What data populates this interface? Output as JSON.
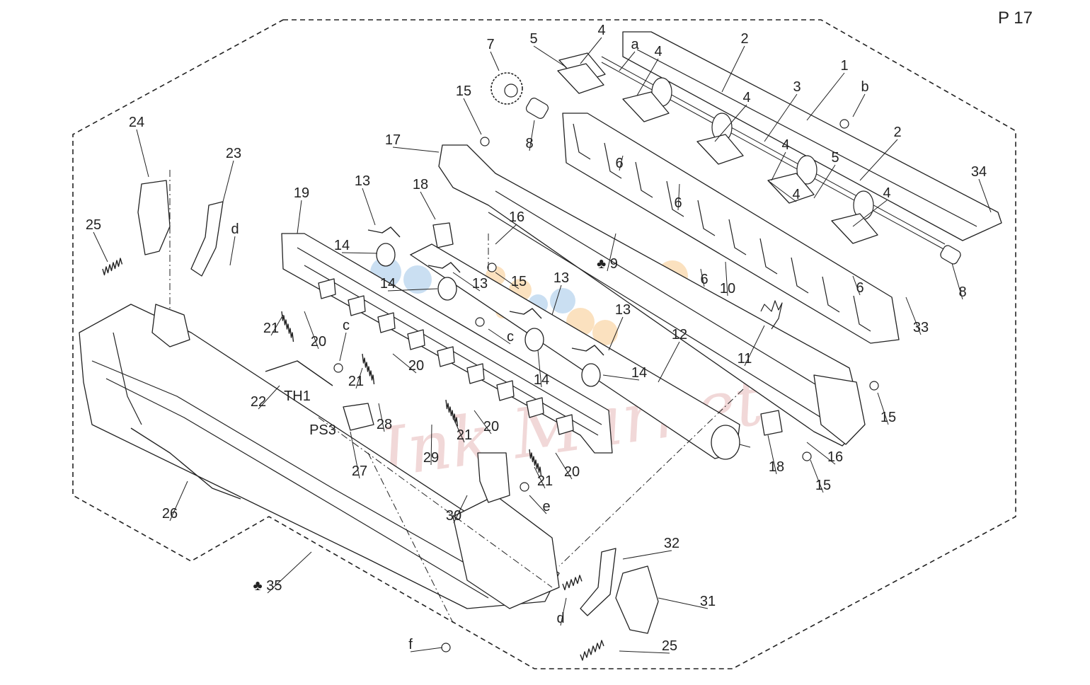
{
  "page": {
    "page_number": "P 17"
  },
  "watermark": {
    "text": "Ink Market"
  },
  "colors": {
    "line": "#222222",
    "part_fill": "#ffffff",
    "watermark": "#e7b9b9",
    "dots_blue": "#9ec5e8",
    "dots_orange": "#f7c98a"
  },
  "group_symbol": "♣",
  "callouts": [
    "1",
    "2",
    "2",
    "3",
    "4",
    "4",
    "4",
    "4",
    "4",
    "4",
    "5",
    "5",
    "6",
    "6",
    "6",
    "6",
    "7",
    "8",
    "8",
    "9",
    "10",
    "11",
    "12",
    "13",
    "13",
    "13",
    "13",
    "14",
    "14",
    "14",
    "14",
    "15",
    "15",
    "15",
    "15",
    "16",
    "16",
    "17",
    "18",
    "18",
    "19",
    "20",
    "20",
    "20",
    "20",
    "21",
    "21",
    "21",
    "21",
    "22",
    "23",
    "24",
    "25",
    "25",
    "26",
    "27",
    "28",
    "29",
    "30",
    "31",
    "32",
    "33",
    "34",
    "35",
    "a",
    "b",
    "c",
    "c",
    "d",
    "d",
    "e",
    "f"
  ],
  "sensor_labels": [
    "TH1",
    "PS3"
  ]
}
